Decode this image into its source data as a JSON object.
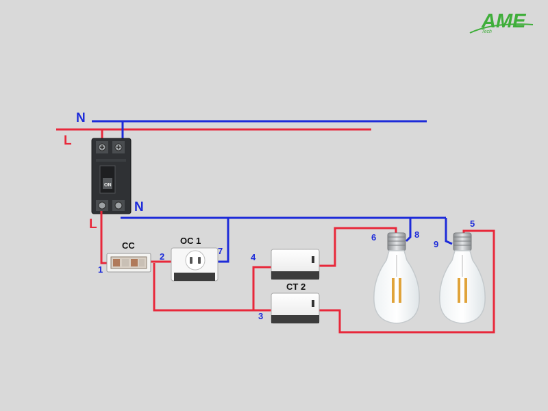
{
  "logo": {
    "brand": "AME",
    "tagline": "Tech"
  },
  "lines": {
    "neutral_label": "N",
    "live_label": "L"
  },
  "breaker": {
    "switch_text": "ON",
    "out_neutral_label": "N",
    "out_live_label": "L"
  },
  "components": {
    "fuse_label": "CC",
    "outlet_label": "OC 1",
    "switch_label": "CT 2"
  },
  "terminals": [
    "1",
    "2",
    "3",
    "4",
    "5",
    "6",
    "7",
    "8",
    "9"
  ],
  "colors": {
    "live_wire": "#e8283a",
    "neutral_wire": "#1d2bd9",
    "logo": "#3fae3a",
    "background": "#d9d9d9"
  }
}
